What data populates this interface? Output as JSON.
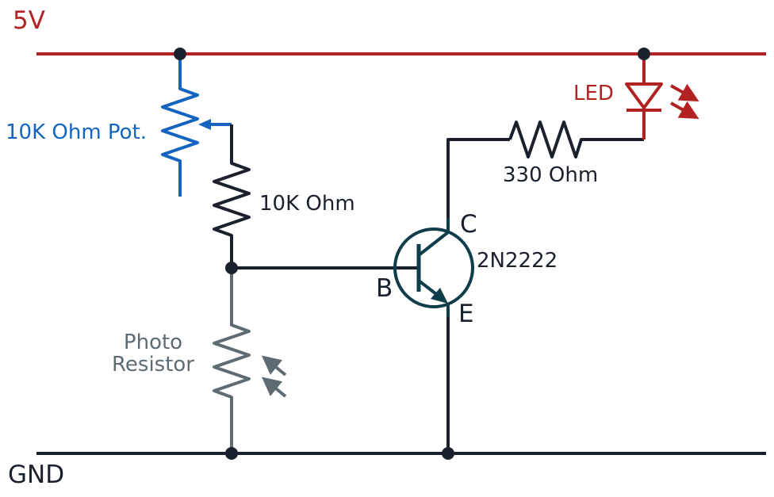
{
  "colors": {
    "vcc": "#b22222",
    "ground": "#1a202c",
    "pot": "#1565c0",
    "photo": "#5f6b73",
    "transistor": "#0f3d4a",
    "led": "#b22222",
    "wire": "#1a202c"
  },
  "labels": {
    "vcc": "5V",
    "gnd": "GND",
    "pot": "10K Ohm Pot.",
    "resistor_10k": "10K Ohm",
    "resistor_330": "330 Ohm",
    "photo_line1": "Photo",
    "photo_line2": "Resistor",
    "led": "LED",
    "transistor": "2N2222",
    "pin_c": "C",
    "pin_b": "B",
    "pin_e": "E"
  }
}
